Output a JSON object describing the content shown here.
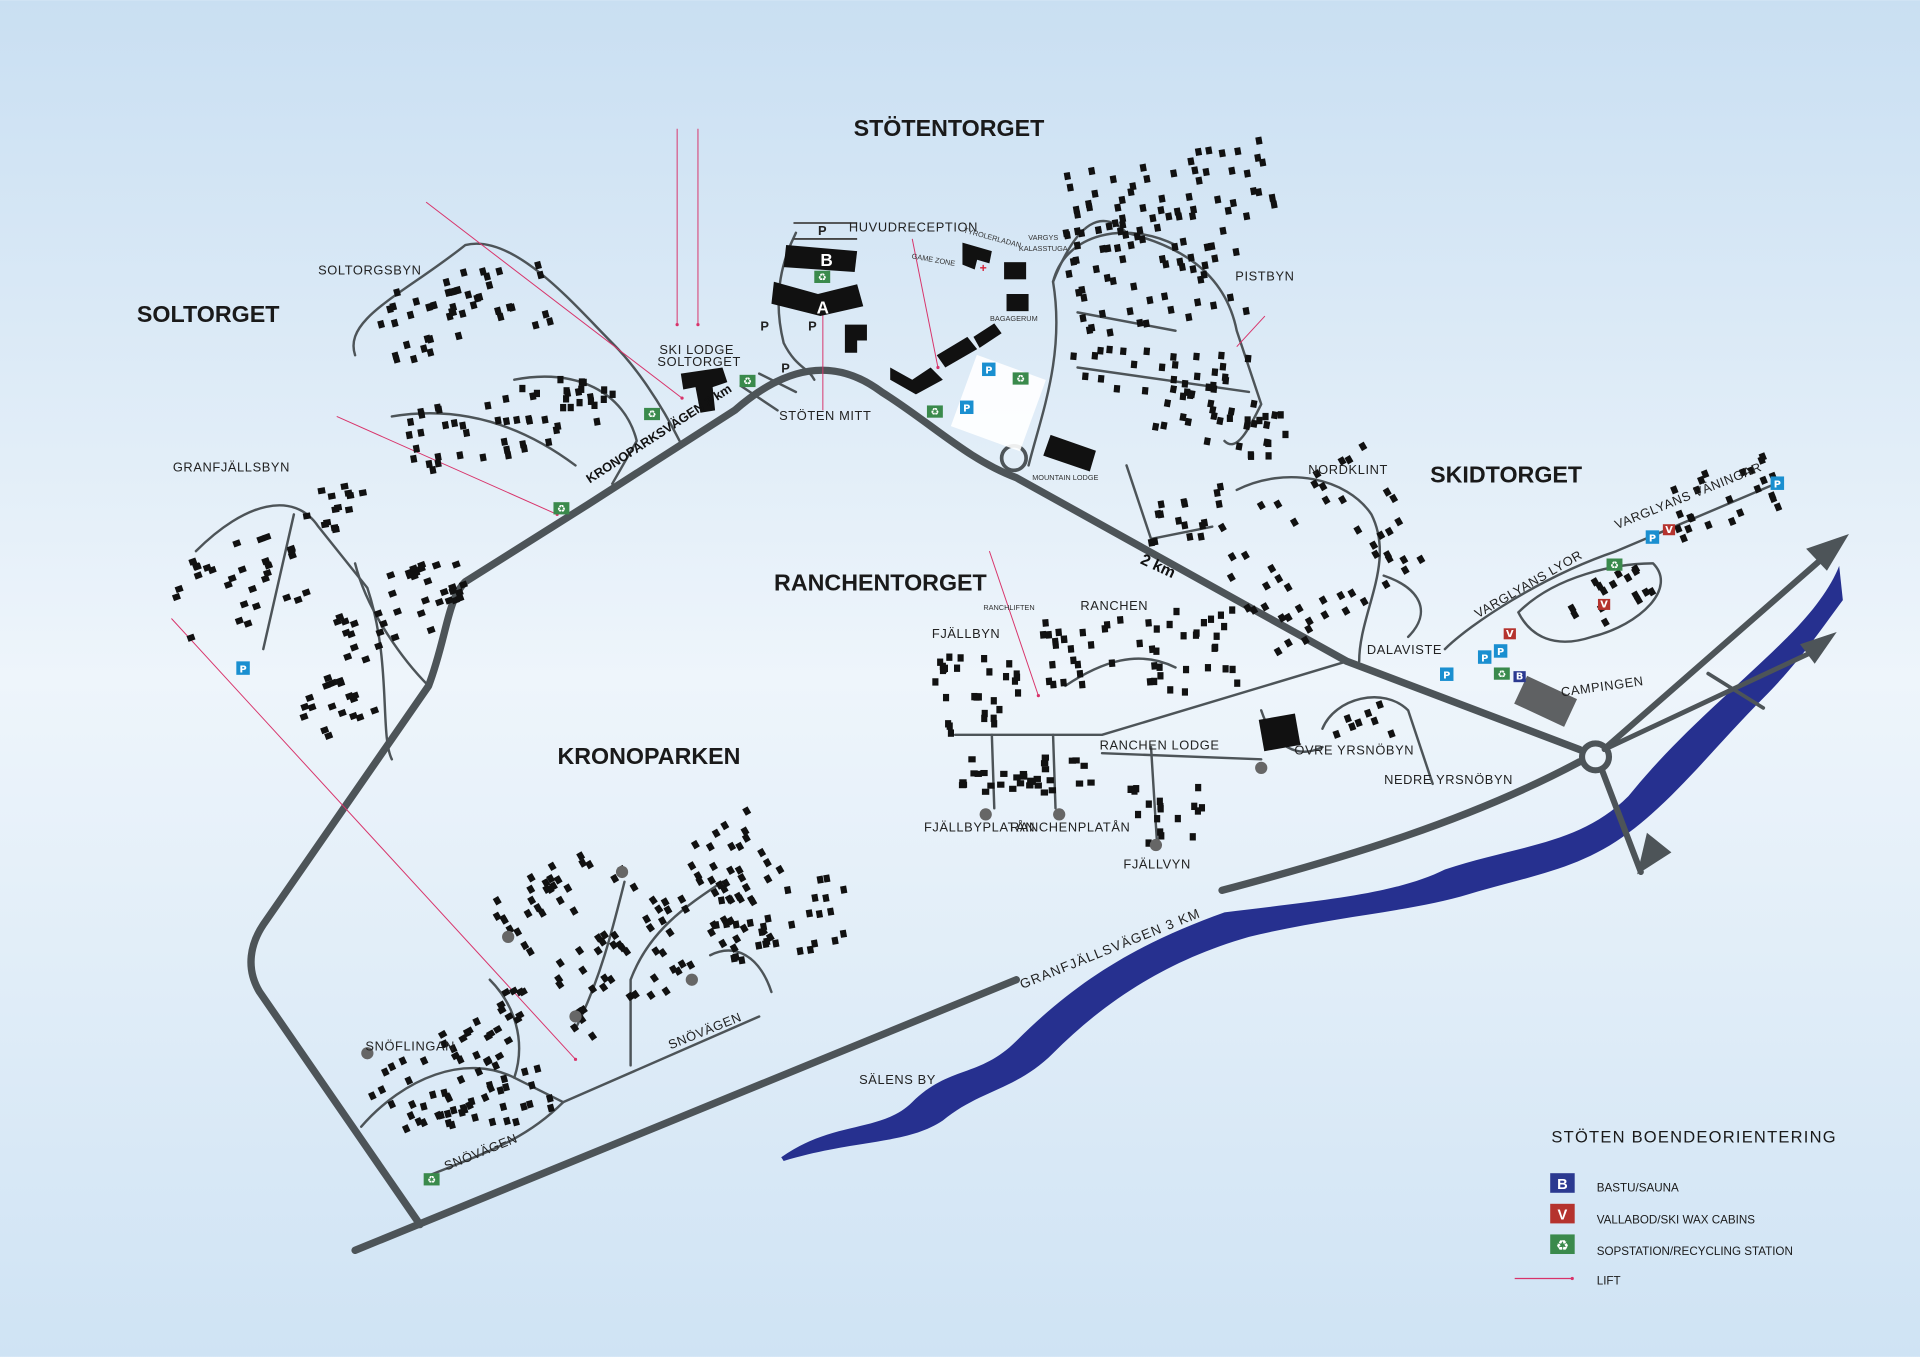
{
  "areas": {
    "stotentorget": "STÖTENTORGET",
    "soltorget": "SOLTORGET",
    "skidtorget": "SKIDTORGET",
    "ranchentorget": "RANCHENTORGET",
    "kronoparken": "KRONOPARKEN"
  },
  "places": {
    "soltorgsbyn": "SOLTORGSBYN",
    "granfjallsbyn": "GRANFJÄLLSBYN",
    "pistbyn": "PISTBYN",
    "nordklint": "NORDKLINT",
    "huvudreception": "HUVUDRECEPTION",
    "stoten_mitt": "STÖTEN MITT",
    "ski_lodge_1": "SKI LODGE",
    "ski_lodge_2": "SOLTORGET",
    "campingen": "CAMPINGEN",
    "fjallbyn": "FJÄLLBYN",
    "ranchen": "RANCHEN",
    "ranchen_lodge": "RANCHEN LODGE",
    "fjallbyplatan": "FJÄLLBYPLATÅN",
    "ranchenplatan": "RANCHENPLATÅN",
    "fjallvyn": "FJÄLLVYN",
    "ovre_yrsnobyn": "ÖVRE YRSNÖBYN",
    "nedre_yrsnobyn": "NEDRE YRSNÖBYN",
    "dalaviste": "DALAVISTE",
    "varglyans_lyor": "VARGLYANS LYOR",
    "varglyans_vaningar": "VARGLYANS VÄNINGAR",
    "snoflingan": "SNÖFLINGAN",
    "snovagen": "SNÖVÄGEN",
    "salens_by": "SÄLENS BY",
    "game_zone": "GAME ZONE",
    "tyrolerladan": "TYROLERLADAN",
    "vargys_1": "VARGYS",
    "vargys_2": "KALASSTUGA",
    "bagagerum": "BAGAGERUM",
    "mountain_lodge": "MOUNTAIN LODGE",
    "ranchliften": "RANCHLIFTEN"
  },
  "roads": {
    "kronoparksvagen": "KRONOPARKSVÄGEN 3 km",
    "two_km": "2 km",
    "granfjallsvagen": "GRANFJÄLLSVÄGEN 3 KM"
  },
  "symbols": {
    "parking": "P",
    "bastu": "B",
    "vallabod": "V",
    "building_a": "A",
    "building_b": "B"
  },
  "legend": {
    "title": "STÖTEN BOENDEORIENTERING",
    "items": [
      {
        "symbol": "B",
        "label": "BASTU/SAUNA",
        "color": "#2b3990"
      },
      {
        "symbol": "V",
        "label": "VALLABOD/SKI WAX CABINS",
        "color": "#b5332e"
      },
      {
        "symbol": "♻",
        "label": "SOPSTATION/RECYCLING STATION",
        "color": "#3a8a4c"
      },
      {
        "symbol": "",
        "label": "LIFT",
        "color": "#d8336a"
      }
    ]
  },
  "colors": {
    "river": "#26308f",
    "road": "#4d5458",
    "parking": "#1a8fd0",
    "recycling": "#3a8a4c",
    "lift": "#d8336a"
  }
}
